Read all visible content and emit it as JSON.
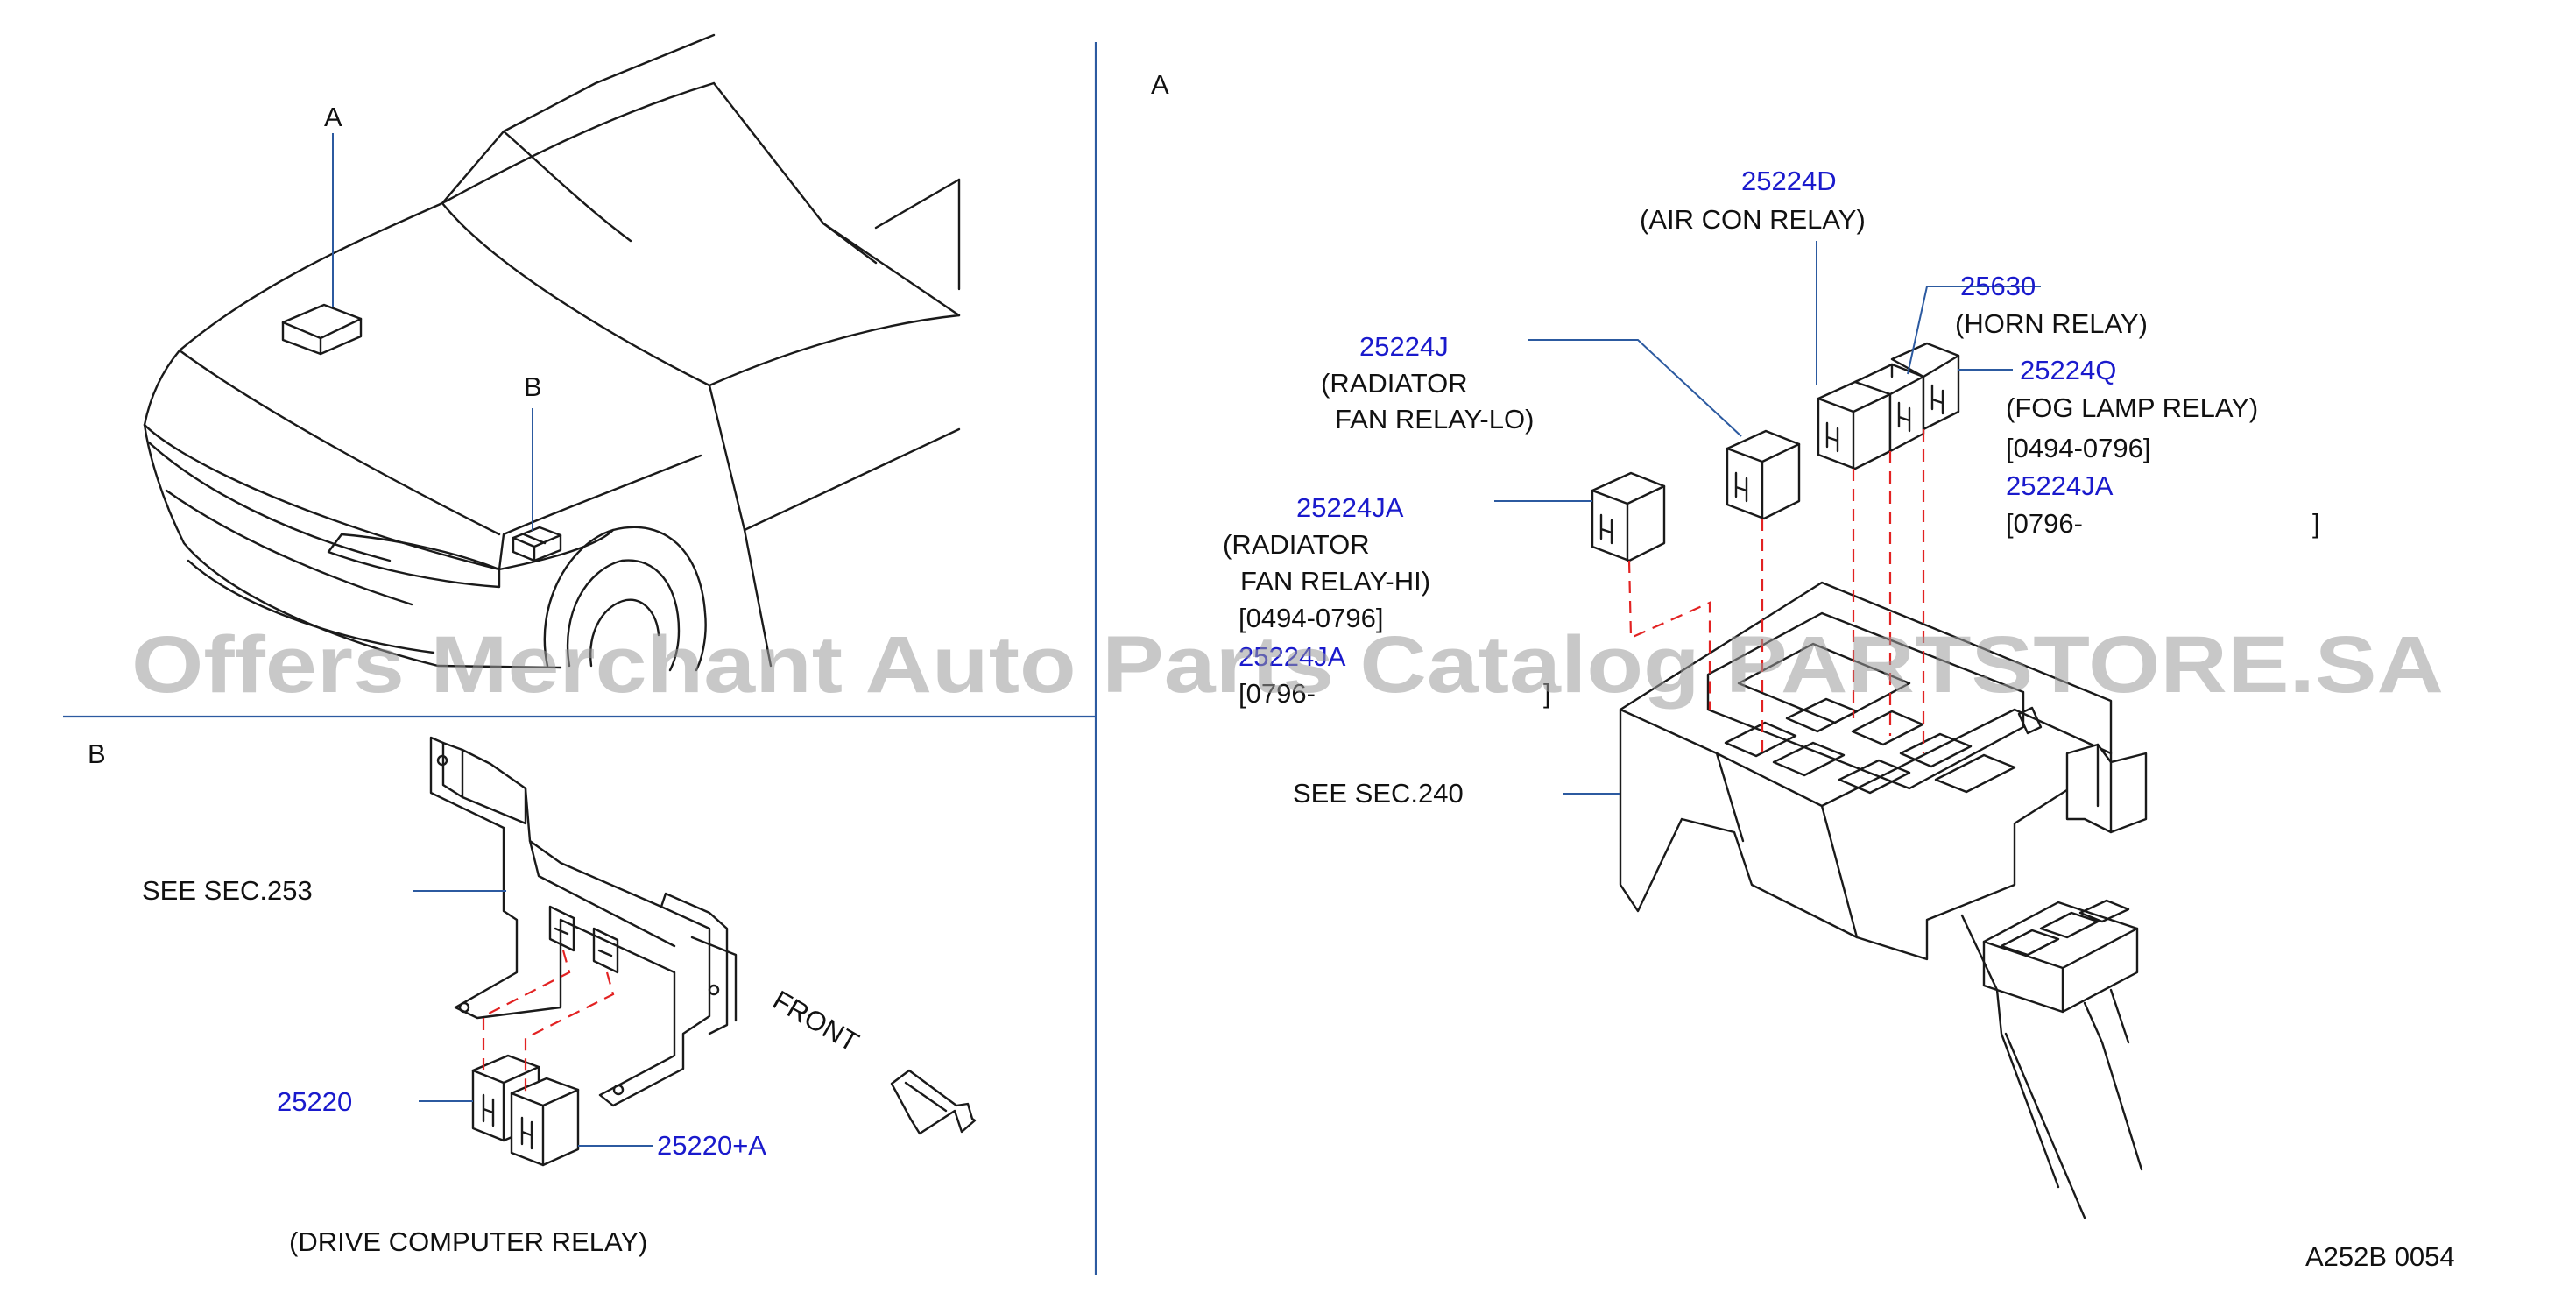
{
  "callouts": {
    "view_a_main": "A",
    "view_a_car": "A",
    "view_b_car": "B",
    "view_b_panel": "B"
  },
  "panel_b": {
    "see_sec": "SEE   SEC.253",
    "front": "FRONT",
    "part_1": "25220",
    "part_2": "25220+A",
    "caption": "(DRIVE   COMPUTER   RELAY)"
  },
  "panel_a": {
    "air_con_pn": "25224D",
    "air_con_name": "(AIR   CON   RELAY)",
    "horn_pn": "25630",
    "horn_name": "(HORN   RELAY)",
    "fan_lo_pn": "25224J",
    "fan_lo_name_1": "(RADIATOR",
    "fan_lo_name_2": "FAN   RELAY-LO)",
    "fog_pn": "25224Q",
    "fog_name": "(FOG  LAMP      RELAY)",
    "fog_range_1": "[0494-0796]",
    "fog_alt_pn": "25224JA",
    "fog_range_2": "[0796-",
    "fog_range_2_end": "]",
    "fan_hi_pn": "25224JA",
    "fan_hi_name_1": "(RADIATOR",
    "fan_hi_name_2": "FAN   RELAY-HI)",
    "fan_hi_range_1": "[0494-0796]",
    "fan_hi_alt_pn": "25224JA",
    "fan_hi_range_2": "[0796-",
    "fan_hi_range_2_end": "]",
    "see_sec": "SEE   SEC.240"
  },
  "diagram_code": "A252B   0054",
  "watermark": "Offers Merchant Auto Parts Catalog PARTSTORE.SA",
  "colors": {
    "part_number": "#1a1acc",
    "leader": "#2c5aa0",
    "dashed": "#e22222",
    "ink": "#111111"
  }
}
